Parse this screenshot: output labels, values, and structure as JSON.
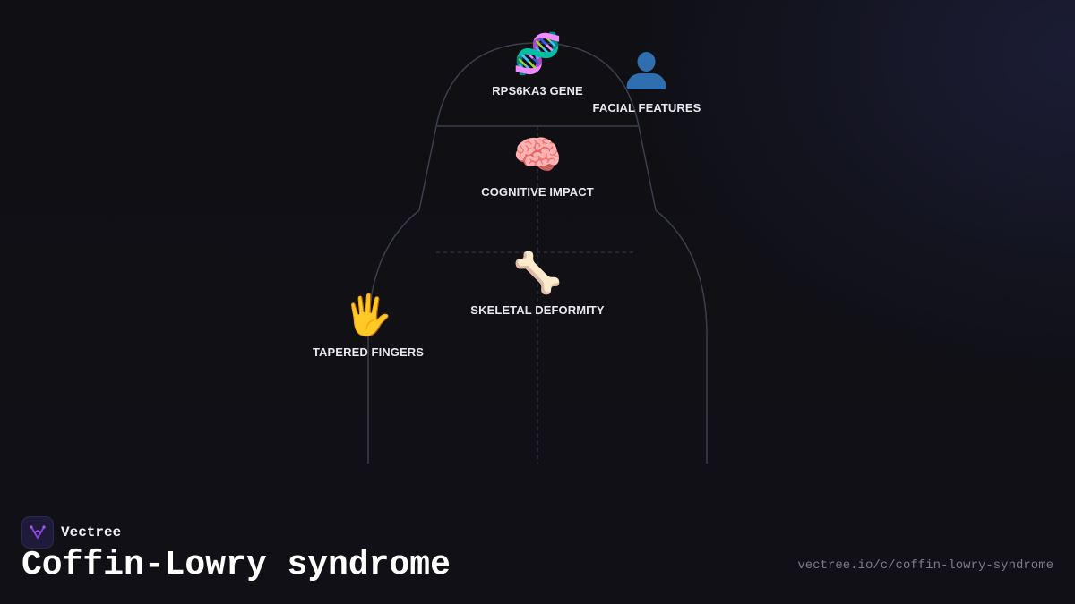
{
  "diagram": {
    "nodes": [
      {
        "id": "gene",
        "icon": "dna-icon",
        "glyph": "🧬",
        "label": "RPS6KA3 GENE"
      },
      {
        "id": "face",
        "icon": "person-silhouette-icon",
        "glyph": "👤",
        "label": "FACIAL FEATURES"
      },
      {
        "id": "cognitive",
        "icon": "brain-icon",
        "glyph": "🧠",
        "label": "COGNITIVE IMPACT"
      },
      {
        "id": "skeletal",
        "icon": "bone-icon",
        "glyph": "🦴",
        "label": "SKELETAL DEFORMITY"
      },
      {
        "id": "fingers",
        "icon": "raised-hand-icon",
        "glyph": "🖐",
        "label": "TAPERED FINGERS"
      }
    ]
  },
  "footer": {
    "brand_name": "Vectree",
    "brand_icon": "vectree-logo-icon",
    "title": "Coffin-Lowry syndrome",
    "url": "vectree.io/c/coffin-lowry-syndrome"
  },
  "colors": {
    "background": "#0f0f14",
    "outline": "#3a3f4b",
    "text": "#e8e8ee",
    "brand_accent": "#8b3fd9"
  }
}
